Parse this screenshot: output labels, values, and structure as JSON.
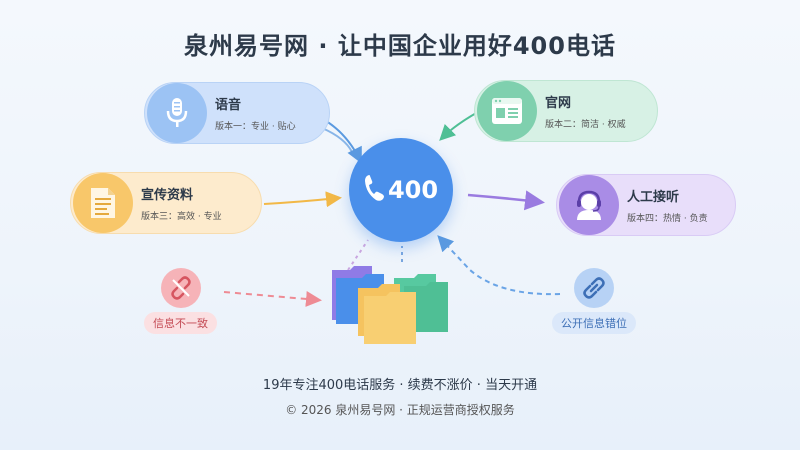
{
  "title": "泉州易号网 · 让中国企业用好400电话",
  "center": {
    "number": "400",
    "icon": "phone-icon"
  },
  "cards": {
    "voice": {
      "name": "语音",
      "desc": "版本一：专业 · 贴心",
      "icon": "microphone-icon",
      "color": "#9cc3f4"
    },
    "web": {
      "name": "官网",
      "desc": "版本二：简洁 · 权威",
      "icon": "browser-window-icon",
      "color": "#7fd0ae"
    },
    "brochure": {
      "name": "宣传资料",
      "desc": "版本三：高效 · 专业",
      "icon": "document-icon",
      "color": "#f8c76a"
    },
    "agent": {
      "name": "人工接听",
      "desc": "版本四：热情 · 负责",
      "icon": "headset-agent-icon",
      "color": "#a98ce6"
    }
  },
  "issues": {
    "mismatch": {
      "label": "信息不一致",
      "icon": "broken-link-icon",
      "color": "#f6b3b8"
    },
    "public": {
      "label": "公开信息错位",
      "icon": "link-icon",
      "color": "#b7d2f5"
    }
  },
  "footer": {
    "line1": "19年专注400电话服务 · 续费不涨价 · 当天开通",
    "line2": "© 2026 泉州易号网 · 正规运营商授权服务"
  }
}
